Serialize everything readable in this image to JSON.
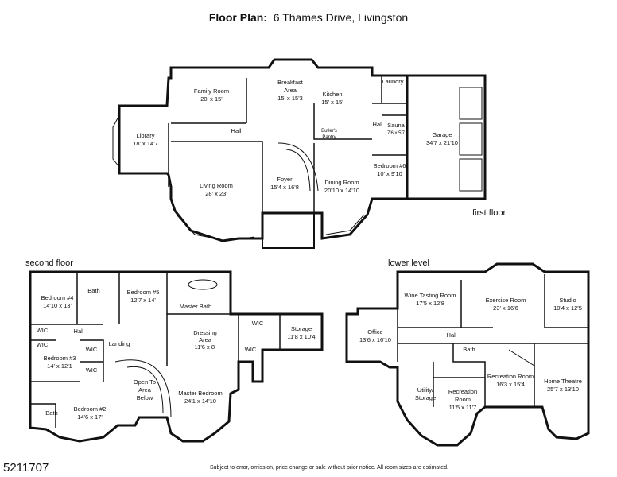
{
  "title": {
    "label": "Floor Plan:",
    "address": "6 Thames Drive, Livingston"
  },
  "floors": {
    "first": {
      "label": "first floor",
      "rooms": [
        {
          "name": "Family Room",
          "dim": "20' x 15'"
        },
        {
          "name": "Breakfast",
          "name2": "Area",
          "dim": "15' x 15'3"
        },
        {
          "name": "Kitchen",
          "dim": "15' x 15'"
        },
        {
          "name": "Laundry"
        },
        {
          "name": "Library",
          "dim": "18' x 14'7"
        },
        {
          "name": "Hall"
        },
        {
          "name": "Butler's",
          "name2": "Pantry"
        },
        {
          "name": "Hall"
        },
        {
          "name": "Sauna",
          "dim": "7'6 x 5'7"
        },
        {
          "name": "Garage",
          "dim": "34'7 x 21'10"
        },
        {
          "name": "Living Room",
          "dim": "28' x 23'"
        },
        {
          "name": "Foyer",
          "dim": "15'4 x 16'8"
        },
        {
          "name": "Dining Room",
          "dim": "20'10 x 14'10"
        },
        {
          "name": "Bedroom #6",
          "dim": "10' x 9'10"
        }
      ]
    },
    "second": {
      "label": "second floor",
      "rooms": [
        {
          "name": "Bedroom #4",
          "dim": "14'10 x 13'"
        },
        {
          "name": "Bath"
        },
        {
          "name": "Bedroom #5",
          "dim": "12'7 x 14'"
        },
        {
          "name": "Master Bath"
        },
        {
          "name": "WIC"
        },
        {
          "name": "Hall"
        },
        {
          "name": "Dressing",
          "name2": "Area",
          "dim": "11'6 x 8'"
        },
        {
          "name": "WIC"
        },
        {
          "name": "Storage",
          "dim": "11'8 x 10'4"
        },
        {
          "name": "Landing"
        },
        {
          "name": "WIC"
        },
        {
          "name": "WIC"
        },
        {
          "name": "Bedroom #3",
          "dim": "14' x 12'1"
        },
        {
          "name": "WIC"
        },
        {
          "name": "Open To",
          "name2": "Area",
          "name3": "Below"
        },
        {
          "name": "Master Bedroom",
          "dim": "24'1 x 14'10"
        },
        {
          "name": "Bath"
        },
        {
          "name": "Bedroom #2",
          "dim": "14'6 x 17'"
        }
      ]
    },
    "lower": {
      "label": "lower level",
      "rooms": [
        {
          "name": "Wine Tasting Room",
          "dim": "17'5 x 12'8"
        },
        {
          "name": "Exercise Room",
          "dim": "23' x 16'6"
        },
        {
          "name": "Studio",
          "dim": "10'4 x 12'5"
        },
        {
          "name": "Office",
          "dim": "13'6 x 16'10"
        },
        {
          "name": "Hall"
        },
        {
          "name": "Bath"
        },
        {
          "name": "Recreation Room",
          "dim": "16'3 x 15'4"
        },
        {
          "name": "Home Theatre",
          "dim": "25'7 x 13'10"
        },
        {
          "name": "Utility/",
          "name2": "Storage"
        },
        {
          "name": "Recreation",
          "name2": "Room",
          "dim": "11'5 x 11'7"
        }
      ]
    }
  },
  "listing_id": "5211707",
  "disclaimer": "Subject to error, omission, price change or sale without prior notice. All room sizes are estimated."
}
